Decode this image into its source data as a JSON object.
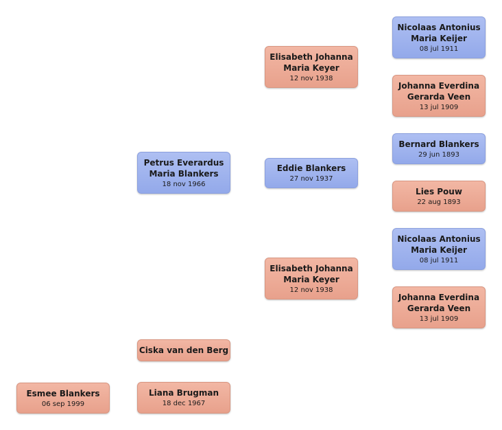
{
  "tree": {
    "esmee": {
      "name": "Esmee Blankers",
      "date": "06 sep 1999"
    },
    "petrus": {
      "name_line1": "Petrus Everardus",
      "name_line2": "Maria Blankers",
      "date": "18 nov 1966"
    },
    "ciska": {
      "name": "Ciska van den Berg"
    },
    "liana": {
      "name": "Liana Brugman",
      "date": "18 dec 1967"
    },
    "elisabeth_a": {
      "name_line1": "Elisabeth Johanna",
      "name_line2": "Maria Keyer",
      "date": "12 nov 1938"
    },
    "eddie": {
      "name": "Eddie Blankers",
      "date": "27 nov 1937"
    },
    "elisabeth_b": {
      "name_line1": "Elisabeth Johanna",
      "name_line2": "Maria Keyer",
      "date": "12 nov 1938"
    },
    "nicolaas_a": {
      "name_line1": "Nicolaas Antonius",
      "name_line2": "Maria Keijer",
      "date": "08 jul 1911"
    },
    "johanna_a": {
      "name_line1": "Johanna Everdina",
      "name_line2": "Gerarda Veen",
      "date": "13 jul 1909"
    },
    "bernard": {
      "name": "Bernard Blankers",
      "date": "29 jun 1893"
    },
    "lies": {
      "name": "Lies Pouw",
      "date": "22 aug 1893"
    },
    "nicolaas_b": {
      "name_line1": "Nicolaas Antonius",
      "name_line2": "Maria Keijer",
      "date": "08 jul 1911"
    },
    "johanna_b": {
      "name_line1": "Johanna Everdina",
      "name_line2": "Gerarda Veen",
      "date": "13 jul 1909"
    }
  },
  "colors": {
    "male": "#a2b5ee",
    "female": "#eeab96"
  }
}
